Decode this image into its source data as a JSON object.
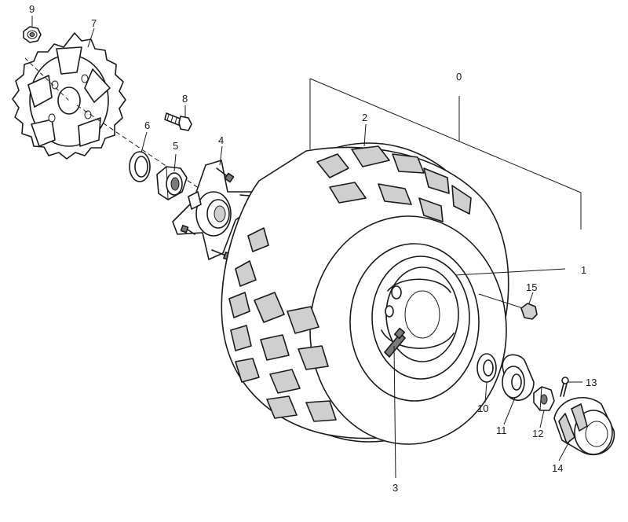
{
  "callouts": {
    "c0": "0",
    "c1": "1",
    "c2": "2",
    "c3": "3",
    "c4": "4",
    "c5": "5",
    "c6": "6",
    "c7": "7",
    "c8": "8",
    "c9": "9",
    "c10": "10",
    "c11": "11",
    "c12": "12",
    "c13": "13",
    "c14": "14",
    "c15": "15"
  },
  "colors": {
    "line": "#1a1a1a",
    "shade": "#cfcfcf",
    "background": "#ffffff"
  }
}
